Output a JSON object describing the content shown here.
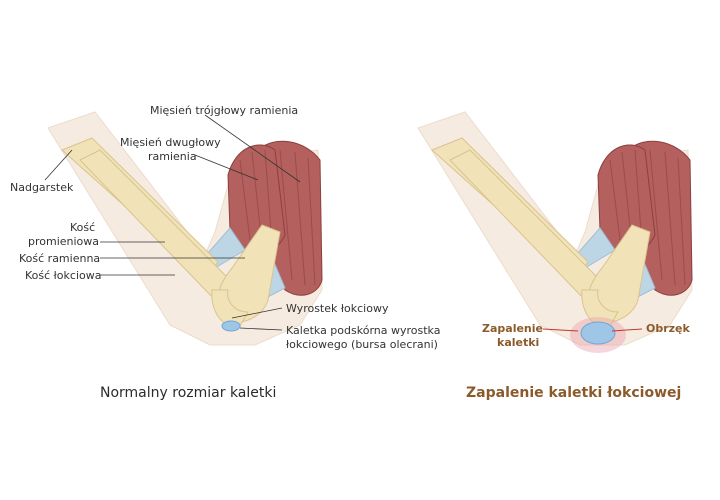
{
  "colors": {
    "skin": "#f6ebe1",
    "bone": "#f1e2b8",
    "bone_edge": "#d9c48f",
    "muscle": "#b3605e",
    "muscle_dark": "#8c3f3f",
    "tendon": "#bcd6e6",
    "bursa": "#9fc6e7",
    "inflamed": "#e8a4b0",
    "accent": "#8b5a2b"
  },
  "left_figure": {
    "labels": {
      "triceps": "Mięsień trójgłowy ramienia",
      "biceps_line1": "Mięsień dwugłowy",
      "biceps_line2": "ramienia",
      "wrist": "Nadgarstek",
      "radius_line1": "Kość",
      "radius_line2": "promieniowa",
      "humerus": "Kość ramienna",
      "ulna": "Kość łokciowa",
      "olecranon": "Wyrostek łokciowy",
      "bursa_line1": "Kaletka podskórna wyrostka",
      "bursa_line2": "łokciowego (bursa olecrani)"
    },
    "caption": "Normalny rozmiar kaletki"
  },
  "right_figure": {
    "labels": {
      "inflammation_line1": "Zapalenie",
      "inflammation_line2": "kaletki",
      "swelling": "Obrzęk"
    },
    "caption": "Zapalenie kaletki łokciowej"
  }
}
